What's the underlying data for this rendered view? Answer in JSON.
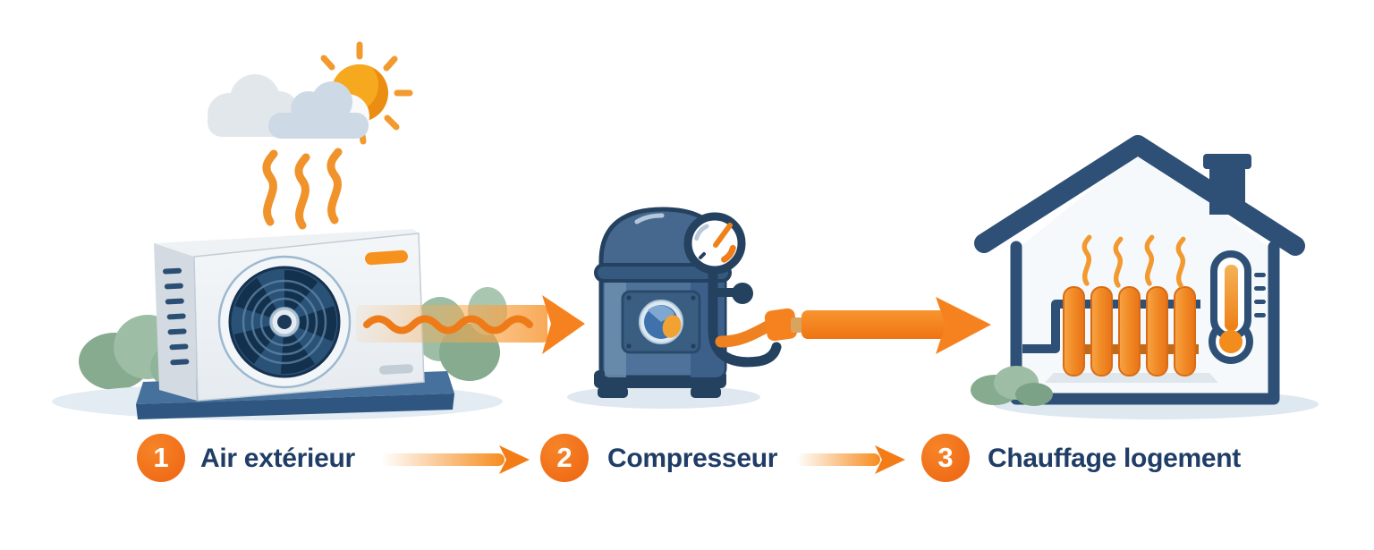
{
  "steps": [
    {
      "number": "1",
      "label": "Air extérieur"
    },
    {
      "number": "2",
      "label": "Compresseur"
    },
    {
      "number": "3",
      "label": "Chauffage logement"
    }
  ],
  "scene": {
    "weather": {
      "sun_icon": "sun",
      "cloud_icon": "clouds",
      "heat_waves_icon": "rising-heat-waves"
    },
    "outdoor_unit": {
      "name": "heat-pump-outdoor-unit",
      "fan_icon": "fan",
      "bushes_icon": "bushes"
    },
    "compressor": {
      "name": "compressor-tank",
      "gauge_icon": "pressure-gauge",
      "badge_icon": "refrigerant-drop-badge"
    },
    "house": {
      "name": "house-cutaway",
      "radiator_icon": "radiator",
      "thermometer_icon": "thermometer",
      "chimney_icon": "chimney",
      "heat_waves_icon": "rising-heat-waves"
    },
    "flow_arrows": [
      {
        "name": "air-flow-arrow",
        "style": "wavy-gradient"
      },
      {
        "name": "heat-flow-arrow",
        "style": "solid"
      }
    ]
  },
  "colors": {
    "accent_orange": "#F3731F",
    "soft_orange": "#F8A94E",
    "navy_text": "#1F3D66",
    "house_navy": "#2E5077",
    "steel_blue": "#4E7299",
    "fan_navy": "#1C3A58",
    "sage_green": "#8FB096",
    "shadow_blue": "#E0E9F1",
    "background": "#FFFFFF"
  }
}
